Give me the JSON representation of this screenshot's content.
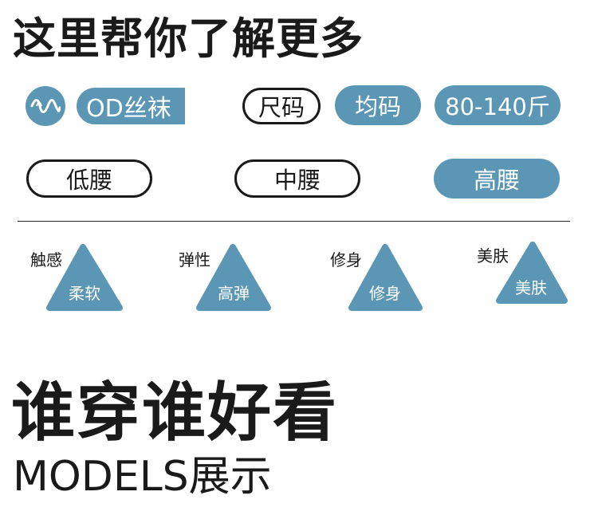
{
  "header": {
    "title": "这里帮你了解更多"
  },
  "product": {
    "icon": "wave-logo-icon",
    "type_label": "OD丝袜"
  },
  "size": {
    "label": "尺码",
    "value": "均码",
    "weight_range": "80-140斤"
  },
  "waist": {
    "options": [
      "低腰",
      "中腰",
      "高腰"
    ],
    "selected": "高腰"
  },
  "features": [
    {
      "label": "触感",
      "value": "柔软"
    },
    {
      "label": "弹性",
      "value": "高弹"
    },
    {
      "label": "修身",
      "value": "修身"
    },
    {
      "label": "美肤",
      "value": "美肤"
    }
  ],
  "models_section": {
    "title": "谁穿谁好看",
    "subtitle": "MODELS展示"
  },
  "colors": {
    "accent": "#5b97b4",
    "text": "#1a1a1a",
    "background": "#ffffff"
  }
}
